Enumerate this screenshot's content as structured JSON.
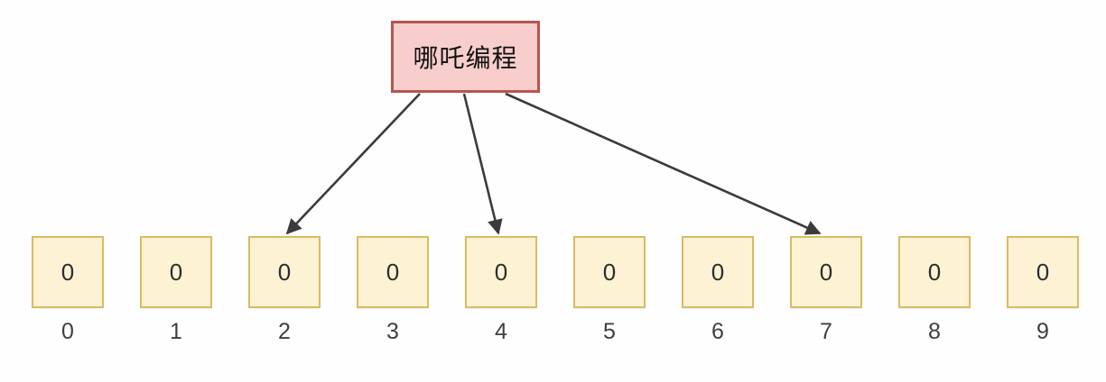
{
  "diagram": {
    "pointer_label": "哪吒编程",
    "arrow_targets": [
      "2",
      "4",
      "7"
    ],
    "cells": [
      {
        "value": "0",
        "index": "0"
      },
      {
        "value": "0",
        "index": "1"
      },
      {
        "value": "0",
        "index": "2"
      },
      {
        "value": "0",
        "index": "3"
      },
      {
        "value": "0",
        "index": "4"
      },
      {
        "value": "0",
        "index": "5"
      },
      {
        "value": "0",
        "index": "6"
      },
      {
        "value": "0",
        "index": "7"
      },
      {
        "value": "0",
        "index": "8"
      },
      {
        "value": "0",
        "index": "9"
      }
    ]
  },
  "colors": {
    "pointer_fill": "#f8cecc",
    "pointer_border": "#b85450",
    "cell_fill": "#fdf3d4",
    "cell_border": "#d9bb62",
    "arrow": "#3b3b3b",
    "text": "#2d2d2d",
    "index_text": "#3f3f3f",
    "background": "#fefefe"
  }
}
